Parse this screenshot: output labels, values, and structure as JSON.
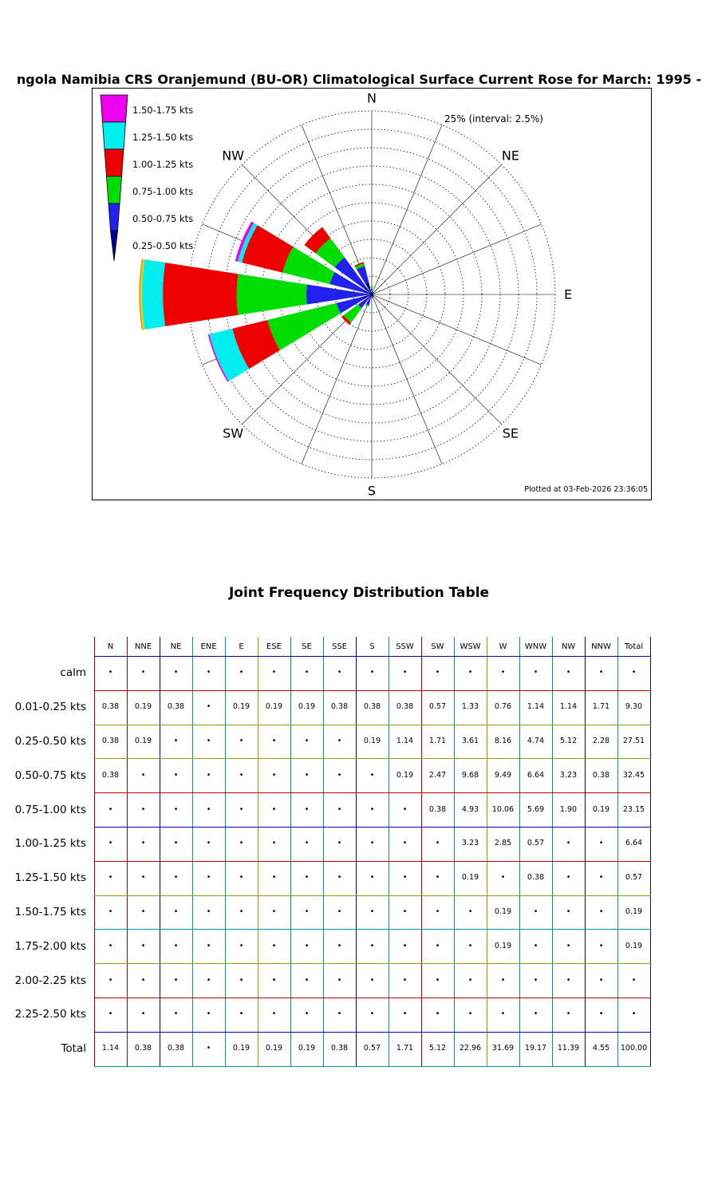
{
  "header": {
    "title": "ngola Namibia CRS Oranjemund (BU-OR) Climatological Surface Current Rose for March: 1995 -"
  },
  "rose": {
    "ring_label": "25% (interval: 2.5%)",
    "footer": "Plotted at 03-Feb-2026 23:36:05",
    "compass_labels": [
      {
        "text": "N",
        "angle_deg": 0
      },
      {
        "text": "NE",
        "angle_deg": 45
      },
      {
        "text": "E",
        "angle_deg": 90
      },
      {
        "text": "SE",
        "angle_deg": 135
      },
      {
        "text": "S",
        "angle_deg": 180
      },
      {
        "text": "SW",
        "angle_deg": 225
      },
      {
        "text": "NW",
        "angle_deg": 315
      }
    ],
    "legend": [
      {
        "label": "1.50-1.75 kts",
        "color": "#ee00ee"
      },
      {
        "label": "1.25-1.50 kts",
        "color": "#00eeee"
      },
      {
        "label": "1.00-1.25 kts",
        "color": "#ee0000"
      },
      {
        "label": "0.75-1.00 kts",
        "color": "#00dd00"
      },
      {
        "label": "0.50-0.75 kts",
        "color": "#2222ee"
      },
      {
        "label": "0.25-0.50 kts",
        "color": "#000099"
      }
    ],
    "petal_colors": [
      "#000099",
      "#2222ee",
      "#00dd00",
      "#ee0000",
      "#00eeee",
      "#ee00ee",
      "#dddd00",
      "#ff8800",
      "#999999",
      "#555555"
    ]
  },
  "chart_data": {
    "type": "bar",
    "subtype": "polar-current-rose",
    "ring_max_percent": 25,
    "ring_interval_percent": 2.5,
    "units": "percent frequency",
    "directions": [
      "N",
      "NNE",
      "NE",
      "ENE",
      "E",
      "ESE",
      "SE",
      "SSE",
      "S",
      "SSW",
      "SW",
      "WSW",
      "W",
      "WNW",
      "NW",
      "NNW"
    ],
    "bins": [
      {
        "label": "calm",
        "values": [
          null,
          null,
          null,
          null,
          null,
          null,
          null,
          null,
          null,
          null,
          null,
          null,
          null,
          null,
          null,
          null
        ],
        "total": null
      },
      {
        "label": "0.01-0.25 kts",
        "values": [
          "0.38",
          "0.19",
          "0.38",
          null,
          "0.19",
          "0.19",
          "0.19",
          "0.38",
          "0.38",
          "0.38",
          "0.57",
          "1.33",
          "0.76",
          "1.14",
          "1.14",
          "1.71"
        ],
        "total": "9.30"
      },
      {
        "label": "0.25-0.50 kts",
        "values": [
          "0.38",
          "0.19",
          null,
          null,
          null,
          null,
          null,
          null,
          "0.19",
          "1.14",
          "1.71",
          "3.61",
          "8.16",
          "4.74",
          "5.12",
          "2.28"
        ],
        "total": "27.51"
      },
      {
        "label": "0.50-0.75 kts",
        "values": [
          "0.38",
          null,
          null,
          null,
          null,
          null,
          null,
          null,
          null,
          "0.19",
          "2.47",
          "9.68",
          "9.49",
          "6.64",
          "3.23",
          "0.38"
        ],
        "total": "32.45"
      },
      {
        "label": "0.75-1.00 kts",
        "values": [
          null,
          null,
          null,
          null,
          null,
          null,
          null,
          null,
          null,
          null,
          "0.38",
          "4.93",
          "10.06",
          "5.69",
          "1.90",
          "0.19"
        ],
        "total": "23.15"
      },
      {
        "label": "1.00-1.25 kts",
        "values": [
          null,
          null,
          null,
          null,
          null,
          null,
          null,
          null,
          null,
          null,
          null,
          "3.23",
          "2.85",
          "0.57",
          null,
          null
        ],
        "total": "6.64"
      },
      {
        "label": "1.25-1.50 kts",
        "values": [
          null,
          null,
          null,
          null,
          null,
          null,
          null,
          null,
          null,
          null,
          null,
          "0.19",
          null,
          "0.38",
          null,
          null
        ],
        "total": "0.57"
      },
      {
        "label": "1.50-1.75 kts",
        "values": [
          null,
          null,
          null,
          null,
          null,
          null,
          null,
          null,
          null,
          null,
          null,
          null,
          "0.19",
          null,
          null,
          null
        ],
        "total": "0.19"
      },
      {
        "label": "1.75-2.00 kts",
        "values": [
          null,
          null,
          null,
          null,
          null,
          null,
          null,
          null,
          null,
          null,
          null,
          null,
          "0.19",
          null,
          null,
          null
        ],
        "total": "0.19"
      },
      {
        "label": "2.00-2.25 kts",
        "values": [
          null,
          null,
          null,
          null,
          null,
          null,
          null,
          null,
          null,
          null,
          null,
          null,
          null,
          null,
          null,
          null
        ],
        "total": null
      },
      {
        "label": "2.25-2.50 kts",
        "values": [
          null,
          null,
          null,
          null,
          null,
          null,
          null,
          null,
          null,
          null,
          null,
          null,
          null,
          null,
          null,
          null
        ],
        "total": null
      }
    ],
    "column_totals": [
      "1.14",
      "0.38",
      "0.38",
      null,
      "0.19",
      "0.19",
      "0.19",
      "0.38",
      "0.57",
      "1.71",
      "5.12",
      "22.96",
      "31.69",
      "19.17",
      "11.39",
      "4.55"
    ],
    "grand_total": "100.00"
  },
  "table": {
    "title": "Joint Frequency Distribution Table",
    "columns": [
      "N",
      "NNE",
      "NE",
      "ENE",
      "E",
      "ESE",
      "SE",
      "SSE",
      "S",
      "SSW",
      "SW",
      "WSW",
      "W",
      "WNW",
      "NW",
      "NNW",
      "Total"
    ],
    "total_row_label": "Total",
    "empty_marker": "•",
    "grid_vline_colors": [
      "#990000",
      "#bb0000",
      "#0000bb",
      "#009999",
      "#009999",
      "#999900",
      "#009999",
      "#009999",
      "#0000bb",
      "#009999",
      "#bb0000",
      "#009999",
      "#999900",
      "#009999",
      "#009999",
      "#0000bb",
      "#009999",
      "#0000bb"
    ],
    "grid_hline_colors": [
      "#0000bb",
      "#bb0000",
      "#999900",
      "#999900",
      "#bb0000",
      "#0000bb",
      "#bb0000",
      "#999900",
      "#009999",
      "#999900",
      "#bb0000",
      "#0000bb",
      "#009999"
    ]
  }
}
